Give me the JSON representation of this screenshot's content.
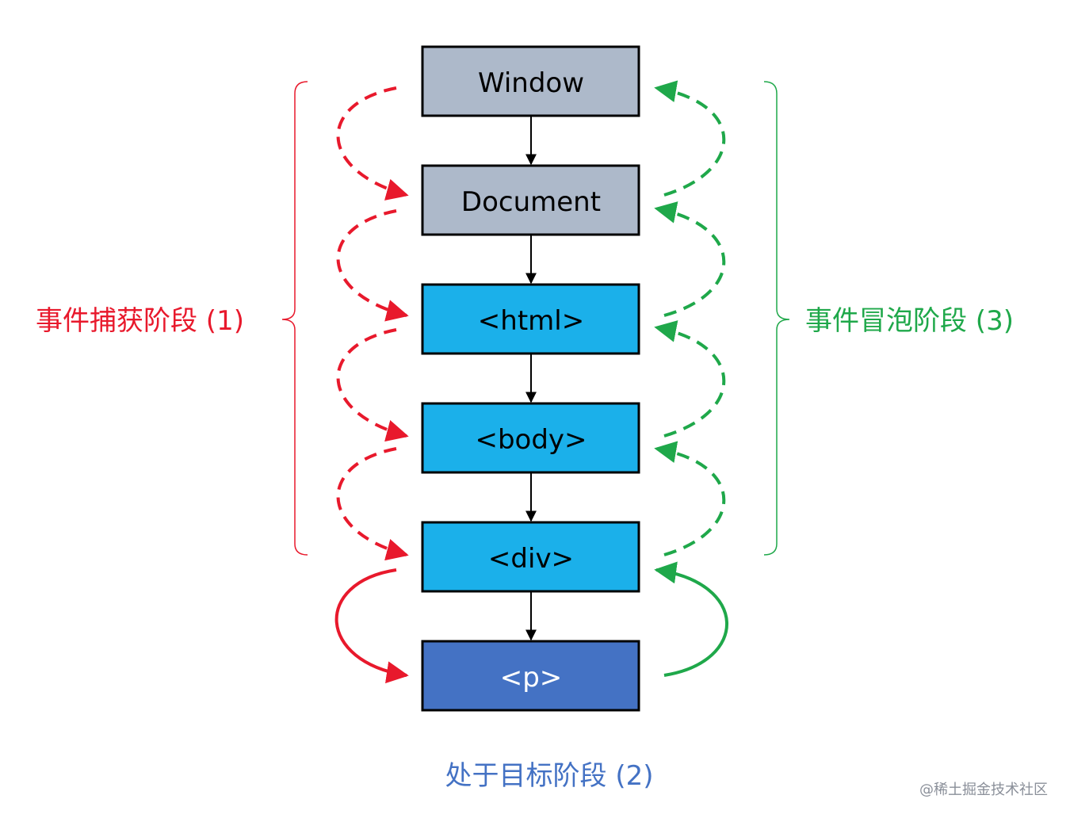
{
  "nodes": [
    {
      "label": "Window",
      "fill": "#adb9ca",
      "text_color": "#000000"
    },
    {
      "label": "Document",
      "fill": "#adb9ca",
      "text_color": "#000000"
    },
    {
      "label": "<html>",
      "fill": "#1bb0ea",
      "text_color": "#000000"
    },
    {
      "label": "<body>",
      "fill": "#1bb0ea",
      "text_color": "#000000"
    },
    {
      "label": "<div>",
      "fill": "#1bb0ea",
      "text_color": "#000000"
    },
    {
      "label": "<p>",
      "fill": "#4472c4",
      "text_color": "#ffffff"
    }
  ],
  "phases": {
    "capture": {
      "label": "事件捕获阶段 (1)",
      "color": "#e8192c"
    },
    "target": {
      "label": "处于目标阶段 (2)",
      "color": "#4472c4"
    },
    "bubble": {
      "label": "事件冒泡阶段 (3)",
      "color": "#1fa84a"
    }
  },
  "watermark": "@稀土掘金技术社区"
}
